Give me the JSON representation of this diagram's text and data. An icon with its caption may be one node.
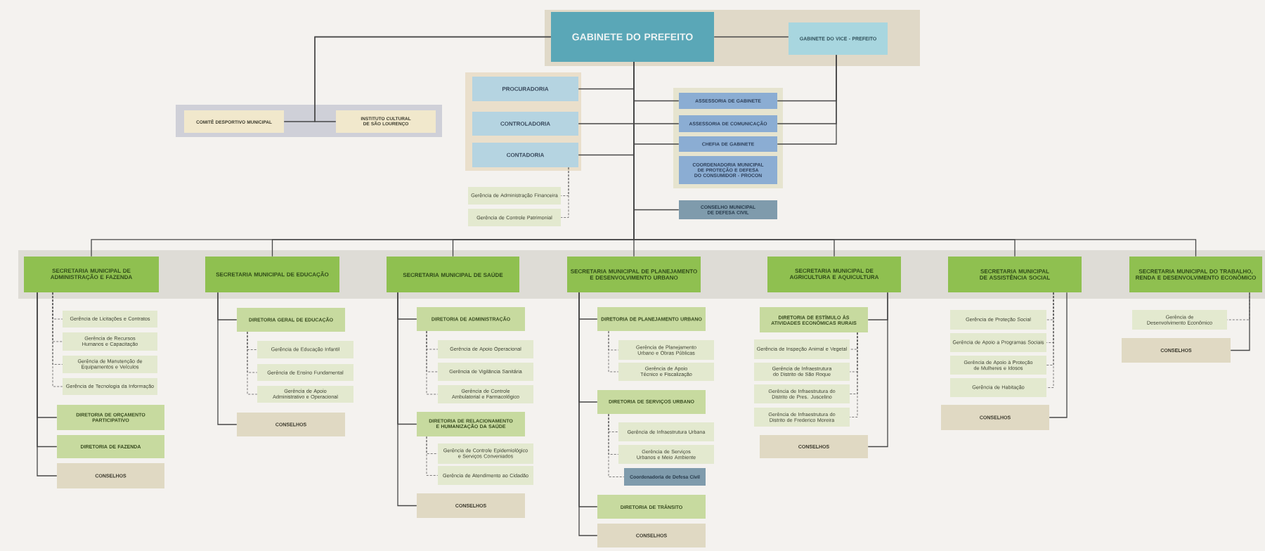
{
  "diagram": {
    "nodes": [
      {
        "text": [
          "GABINETE DO PREFEITO"
        ]
      },
      {
        "text": [
          "GABINETE DO VICE - PREFEITO"
        ]
      },
      {
        "text": [
          "COMITÊ DESPORTIVO MUNICIPAL"
        ]
      },
      {
        "text": [
          "INSTITUTO CULTURAL DE SÃO LOURENÇO"
        ]
      },
      {
        "text": [
          "PROCURADORIA"
        ]
      },
      {
        "text": [
          "CONTROLADORIA"
        ]
      },
      {
        "text": [
          "CONTADORIA"
        ]
      },
      {
        "text": [
          "ASSESSORIA DE GABINETE"
        ]
      },
      {
        "text": [
          "ASSESSORIA DE COMUNICAÇÃO"
        ]
      },
      {
        "text": [
          "CHEFIA DE GABINETE"
        ]
      },
      {
        "text": [
          "COORDENADORIA MUNICIPAL DE PROTEÇÃO E DEFESA DO CONSUMIDOR - PROCON"
        ]
      },
      {
        "text": [
          "Gerência de Administração Financeira"
        ]
      },
      {
        "text": [
          "Gerência de Controle Patrimonial"
        ]
      },
      {
        "text": [
          "CONSELHO MUNICIPAL DE DEFESA CIVIL"
        ]
      },
      {
        "text": [
          "SECRETARIA MUNICIPAL DE ADMINISTRAÇÃO E FAZENDA"
        ]
      },
      {
        "text": [
          "SECRETARIA MUNICIPAL DE EDUCAÇÃO"
        ]
      },
      {
        "text": [
          "SECRETARIA MUNICIPAL DE SAÚDE"
        ]
      },
      {
        "text": [
          "SECRETARIA MUNICIPAL DE PLANEJAMENTO E DESENVOLVIMENTO URBANO"
        ]
      },
      {
        "text": [
          "SECRETARIA MUNICIPAL DE AGRICULTURA E AQUICULTURA"
        ]
      },
      {
        "text": [
          "SECRETARIA MUNICIPAL DE ASSISTÊNCIA SOCIAL"
        ]
      },
      {
        "text": [
          "SECRETARIA MUNICIPAL DO TRABALHO, RENDA E DESENVOLVIMENTO ECONÔMICO"
        ]
      },
      {
        "text": [
          "Gerência de Licitações e Contratos"
        ]
      },
      {
        "text": [
          "Gerência de Recursos Humanos e Capacitação"
        ]
      },
      {
        "text": [
          "Gerência de Manutenção de Equipamentos e Veículos"
        ]
      },
      {
        "text": [
          "Gerência de Tecnologia da Informação"
        ]
      },
      {
        "text": [
          "DIRETORIA DE ORÇAMENTO PARTICIPATIVO"
        ]
      },
      {
        "text": [
          "DIRETORIA DE FAZENDA"
        ]
      },
      {
        "text": [
          "CONSELHOS"
        ]
      },
      {
        "text": [
          "DIRETORIA GERAL DE EDUCAÇÃO"
        ]
      },
      {
        "text": [
          "Gerência de Educação Infantil"
        ]
      },
      {
        "text": [
          "Gerência de Ensino Fundamental"
        ]
      },
      {
        "text": [
          "Gerência de Apoio Administrativo e Operacional"
        ]
      },
      {
        "text": [
          "CONSELHOS"
        ]
      },
      {
        "text": [
          "DIRETORIA DE ADMINISTRAÇÃO"
        ]
      },
      {
        "text": [
          "Gerência de Apoio Operacional"
        ]
      },
      {
        "text": [
          "Gerência de Vigilância Sanitária"
        ]
      },
      {
        "text": [
          "Gerência de Controle Ambulatorial e Farmacológico"
        ]
      },
      {
        "text": [
          "DIRETORIA DE RELACIONAMENTO E HUMANIZAÇÃO DA SAÚDE"
        ]
      },
      {
        "text": [
          "Gerência de Controle Epidemiológico e Serviços Conveniados"
        ]
      },
      {
        "text": [
          "Gerência de Atendimento ao Cidadão"
        ]
      },
      {
        "text": [
          "CONSELHOS"
        ]
      },
      {
        "text": [
          "DIRETORIA DE PLANEJAMENTO URBANO"
        ]
      },
      {
        "text": [
          "Gerência de Planejamento Urbano e Obras Públicas"
        ]
      },
      {
        "text": [
          "Gerência de Apoio Técnico e Fiscalização"
        ]
      },
      {
        "text": [
          "DIRETORIA DE SERVIÇOS URBANO"
        ]
      },
      {
        "text": [
          "Gerência de Infraestrutura Urbana"
        ]
      },
      {
        "text": [
          "Gerência de Serviços Urbanos e Meio Ambiente"
        ]
      },
      {
        "text": [
          "Coordenadoria de Defesa Civil"
        ]
      },
      {
        "text": [
          "DIRETORIA DE TRÂNSITO"
        ]
      },
      {
        "text": [
          "CONSELHOS"
        ]
      },
      {
        "text": [
          "DIRETORIA DE ESTÍMULO ÀS ATIVIDADES ECONÔMICAS RURAIS"
        ]
      },
      {
        "text": [
          "Gerência de Inspeção Animal e Vegetal"
        ]
      },
      {
        "text": [
          "Gerência de Infraestrutura do Distrito de São Roque"
        ]
      },
      {
        "text": [
          "Gerência de Infraestrutura do Distrito de Pres. Juscelino"
        ]
      },
      {
        "text": [
          "Gerência de Infraestrutura do Distrito de Frederico Moreira"
        ]
      },
      {
        "text": [
          "CONSELHOS"
        ]
      },
      {
        "text": [
          "Gerência de Proteção Social"
        ]
      },
      {
        "text": [
          "Gerência de Apoio a Programas Sociais"
        ]
      },
      {
        "text": [
          "Gerência de Apoio à Proteção de Mulheres e Idosos"
        ]
      },
      {
        "text": [
          "Gerência de Habitação"
        ]
      },
      {
        "text": [
          "CONSELHOS"
        ]
      },
      {
        "text": [
          "Gerência de Desenvolvimento Econômico"
        ]
      },
      {
        "text": [
          "CONSELHOS"
        ]
      }
    ],
    "edges": [
      {
        "from": 0,
        "to": 1,
        "arrow": "none"
      },
      {
        "from": 0,
        "to": 2,
        "arrow": "none"
      },
      {
        "from": 0,
        "to": 3,
        "arrow": "none"
      },
      {
        "from": 0,
        "to": 4,
        "arrow": "none"
      },
      {
        "from": 0,
        "to": 5,
        "arrow": "none"
      },
      {
        "from": 0,
        "to": 6,
        "arrow": "none"
      },
      {
        "from": 0,
        "to": 7,
        "arrow": "none"
      },
      {
        "from": 0,
        "to": 8,
        "arrow": "none"
      },
      {
        "from": 0,
        "to": 9,
        "arrow": "none"
      },
      {
        "from": 1,
        "to": 7,
        "arrow": "none"
      },
      {
        "from": 1,
        "to": 8,
        "arrow": "none"
      },
      {
        "from": 1,
        "to": 9,
        "arrow": "none"
      },
      {
        "from": 6,
        "to": 11,
        "arrow": "none",
        "style": "dashed"
      },
      {
        "from": 6,
        "to": 12,
        "arrow": "none",
        "style": "dashed"
      },
      {
        "from": 0,
        "to": 13,
        "arrow": "none"
      },
      {
        "from": 0,
        "to": 14,
        "arrow": "none"
      },
      {
        "from": 0,
        "to": 15,
        "arrow": "none"
      },
      {
        "from": 0,
        "to": 16,
        "arrow": "none"
      },
      {
        "from": 0,
        "to": 17,
        "arrow": "none"
      },
      {
        "from": 0,
        "to": 18,
        "arrow": "none"
      },
      {
        "from": 0,
        "to": 19,
        "arrow": "none"
      },
      {
        "from": 0,
        "to": 20,
        "arrow": "none"
      },
      {
        "from": 14,
        "to": 21,
        "arrow": "none",
        "style": "dashed"
      },
      {
        "from": 14,
        "to": 22,
        "arrow": "none",
        "style": "dashed"
      },
      {
        "from": 14,
        "to": 23,
        "arrow": "none",
        "style": "dashed"
      },
      {
        "from": 14,
        "to": 24,
        "arrow": "none",
        "style": "dashed"
      },
      {
        "from": 14,
        "to": 25,
        "arrow": "none"
      },
      {
        "from": 14,
        "to": 26,
        "arrow": "none"
      },
      {
        "from": 14,
        "to": 27,
        "arrow": "none"
      },
      {
        "from": 15,
        "to": 28,
        "arrow": "none"
      },
      {
        "from": 28,
        "to": 29,
        "arrow": "none",
        "style": "dashed"
      },
      {
        "from": 28,
        "to": 30,
        "arrow": "none",
        "style": "dashed"
      },
      {
        "from": 28,
        "to": 31,
        "arrow": "none",
        "style": "dashed"
      },
      {
        "from": 15,
        "to": 32,
        "arrow": "none"
      },
      {
        "from": 16,
        "to": 33,
        "arrow": "none"
      },
      {
        "from": 33,
        "to": 34,
        "arrow": "none",
        "style": "dashed"
      },
      {
        "from": 33,
        "to": 35,
        "arrow": "none",
        "style": "dashed"
      },
      {
        "from": 33,
        "to": 36,
        "arrow": "none",
        "style": "dashed"
      },
      {
        "from": 16,
        "to": 37,
        "arrow": "none"
      },
      {
        "from": 37,
        "to": 38,
        "arrow": "none",
        "style": "dashed"
      },
      {
        "from": 37,
        "to": 39,
        "arrow": "none",
        "style": "dashed"
      },
      {
        "from": 16,
        "to": 40,
        "arrow": "none"
      },
      {
        "from": 17,
        "to": 41,
        "arrow": "none"
      },
      {
        "from": 41,
        "to": 42,
        "arrow": "none",
        "style": "dashed"
      },
      {
        "from": 41,
        "to": 43,
        "arrow": "none",
        "style": "dashed"
      },
      {
        "from": 17,
        "to": 44,
        "arrow": "none"
      },
      {
        "from": 44,
        "to": 45,
        "arrow": "none",
        "style": "dashed"
      },
      {
        "from": 44,
        "to": 46,
        "arrow": "none",
        "style": "dashed"
      },
      {
        "from": 44,
        "to": 47,
        "arrow": "none",
        "style": "dashed"
      },
      {
        "from": 17,
        "to": 48,
        "arrow": "none"
      },
      {
        "from": 17,
        "to": 49,
        "arrow": "none"
      },
      {
        "from": 18,
        "to": 50,
        "arrow": "none"
      },
      {
        "from": 50,
        "to": 51,
        "arrow": "none",
        "style": "dashed"
      },
      {
        "from": 50,
        "to": 52,
        "arrow": "none",
        "style": "dashed"
      },
      {
        "from": 50,
        "to": 53,
        "arrow": "none",
        "style": "dashed"
      },
      {
        "from": 50,
        "to": 54,
        "arrow": "none",
        "style": "dashed"
      },
      {
        "from": 18,
        "to": 55,
        "arrow": "none"
      },
      {
        "from": 19,
        "to": 56,
        "arrow": "none",
        "style": "dashed"
      },
      {
        "from": 19,
        "to": 57,
        "arrow": "none",
        "style": "dashed"
      },
      {
        "from": 19,
        "to": 58,
        "arrow": "none",
        "style": "dashed"
      },
      {
        "from": 19,
        "to": 59,
        "arrow": "none",
        "style": "dashed"
      },
      {
        "from": 19,
        "to": 60,
        "arrow": "none"
      },
      {
        "from": 20,
        "to": 61,
        "arrow": "none",
        "style": "dashed"
      },
      {
        "from": 20,
        "to": 62,
        "arrow": "none"
      }
    ]
  }
}
